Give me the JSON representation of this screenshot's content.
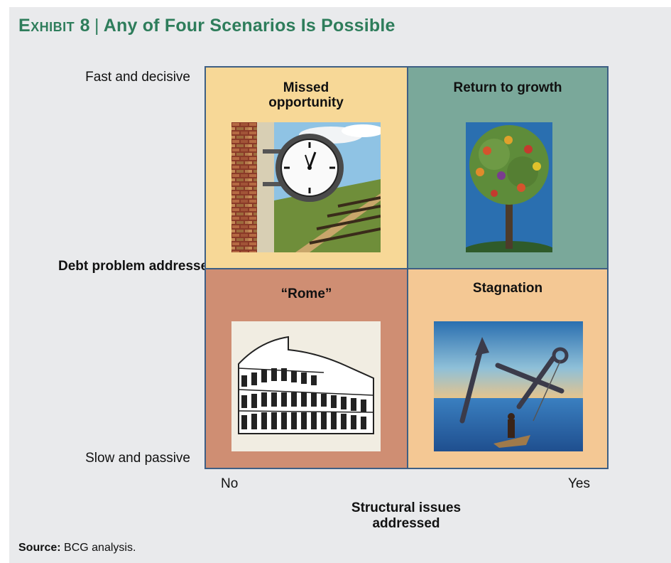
{
  "title": {
    "exhibit": "Exhibit 8",
    "separator": "|",
    "text": "Any of Four Scenarios Is Possible"
  },
  "y_axis": {
    "top_label": "Fast and decisive",
    "bottom_label": "Slow and passive",
    "title": "Debt problem addressed"
  },
  "x_axis": {
    "left_label": "No",
    "right_label": "Yes",
    "title": "Structural issues addressed"
  },
  "quadrants": {
    "top_left": {
      "title": "Missed opportunity",
      "illustration": "clock-at-railway-icon",
      "color": "#f7d897"
    },
    "top_right": {
      "title": "Return to growth",
      "illustration": "fruit-tree-icon",
      "color": "#7aa89a"
    },
    "bottom_left": {
      "title": "“Rome”",
      "illustration": "colosseum-icon",
      "color": "#cf8e73"
    },
    "bottom_right": {
      "title": "Stagnation",
      "illustration": "anchor-boat-icon",
      "color": "#f4c894"
    }
  },
  "source": {
    "label": "Source:",
    "text": "BCG analysis."
  },
  "colors": {
    "title": "#2e7d5b",
    "grid_border": "#3e5f84",
    "background": "#e9eaec"
  }
}
